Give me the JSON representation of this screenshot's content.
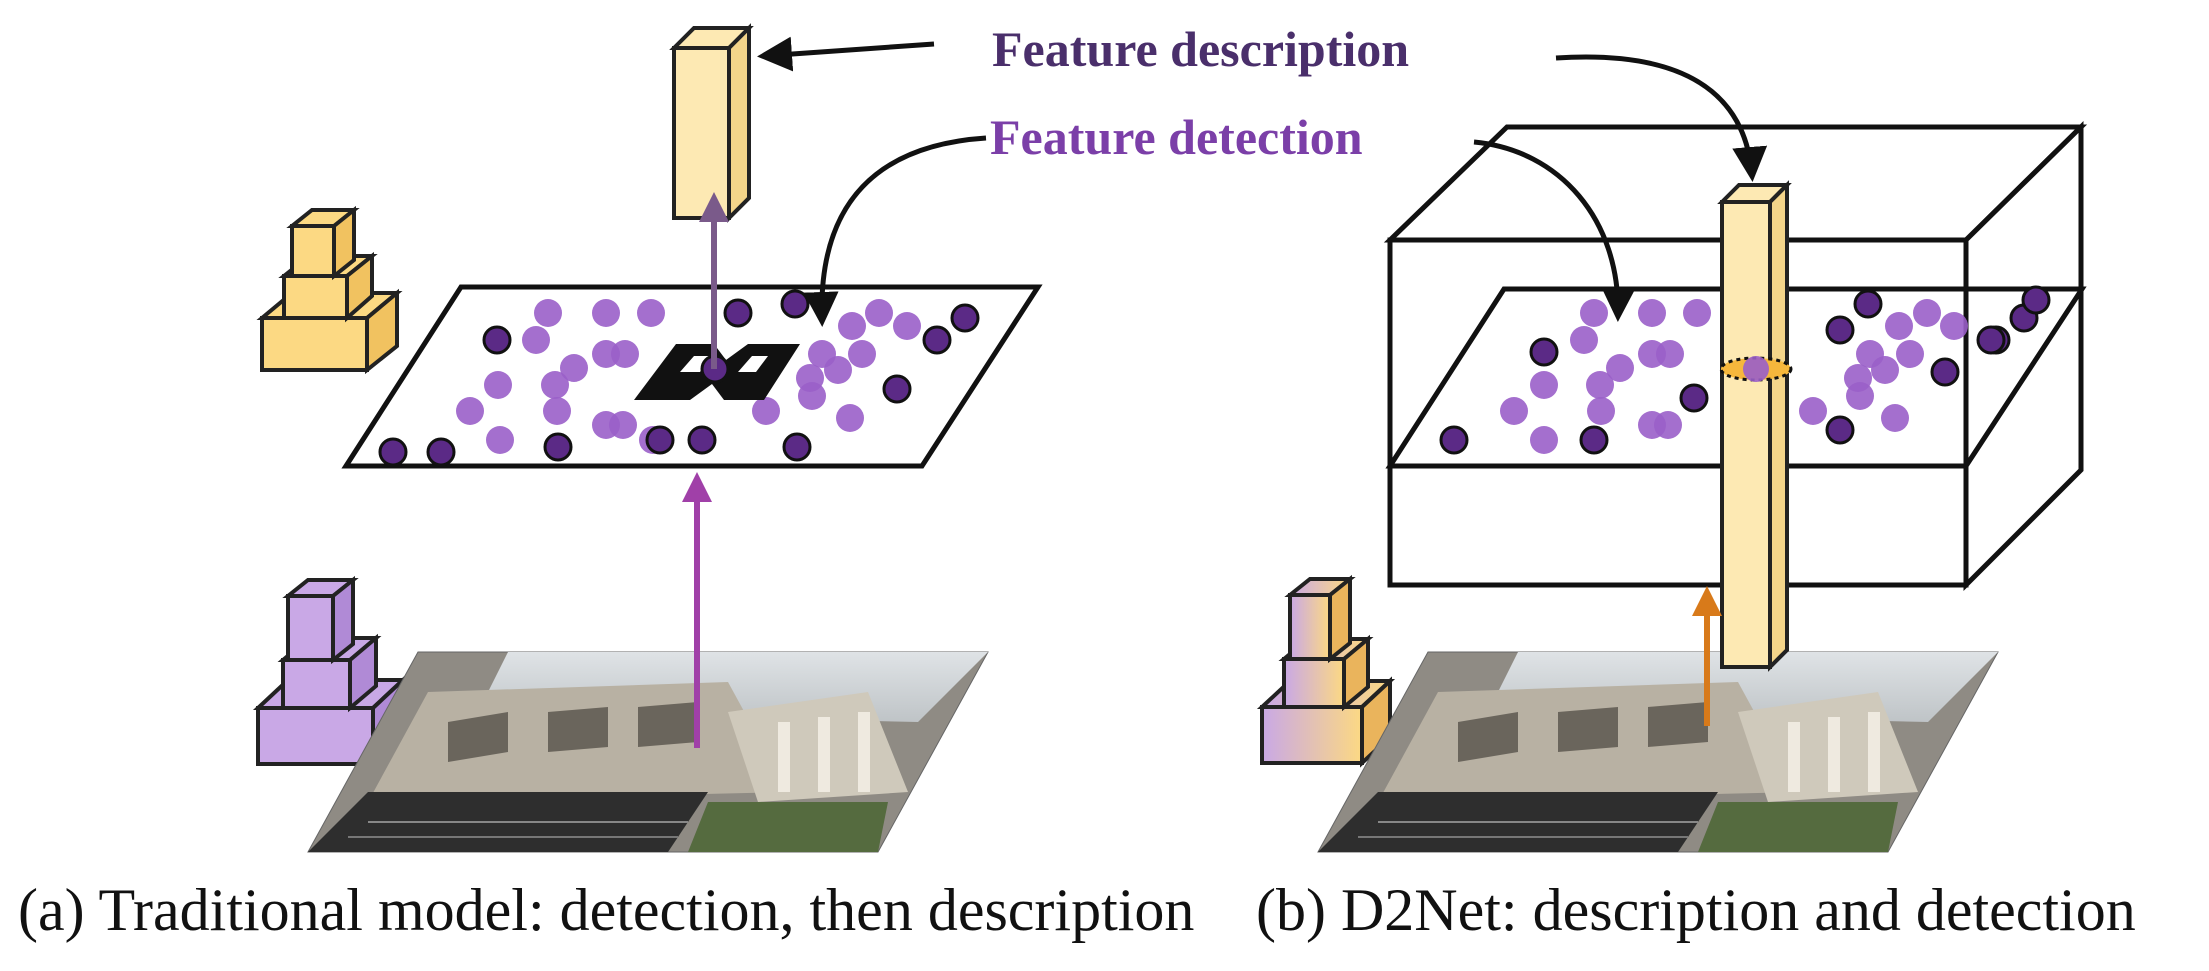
{
  "labels": {
    "feature_description": "Feature description",
    "feature_detection": "Feature detection"
  },
  "captions": {
    "a": "(a) Traditional model: detection, then description",
    "b": "(b) D2Net: description and detection"
  },
  "colors": {
    "description_text": "#4a2f6b",
    "detection_text": "#7b3fa8",
    "dark_point": "#5b2a86",
    "light_point": "#9a5fc9",
    "descriptor_fill": "#fde9b3",
    "descriptor_stroke": "#222222",
    "cnn_yellow": "#fcd983",
    "cnn_purple": "#c9a8e6",
    "arrow_detect_up": "#a040a8",
    "arrow_describe_up": "#7a5a8a",
    "arrow_d2net_up": "#d87a1a"
  },
  "icons": [
    "cnn-pyramid-icon",
    "building-photo-icon",
    "descriptor-column-icon"
  ]
}
